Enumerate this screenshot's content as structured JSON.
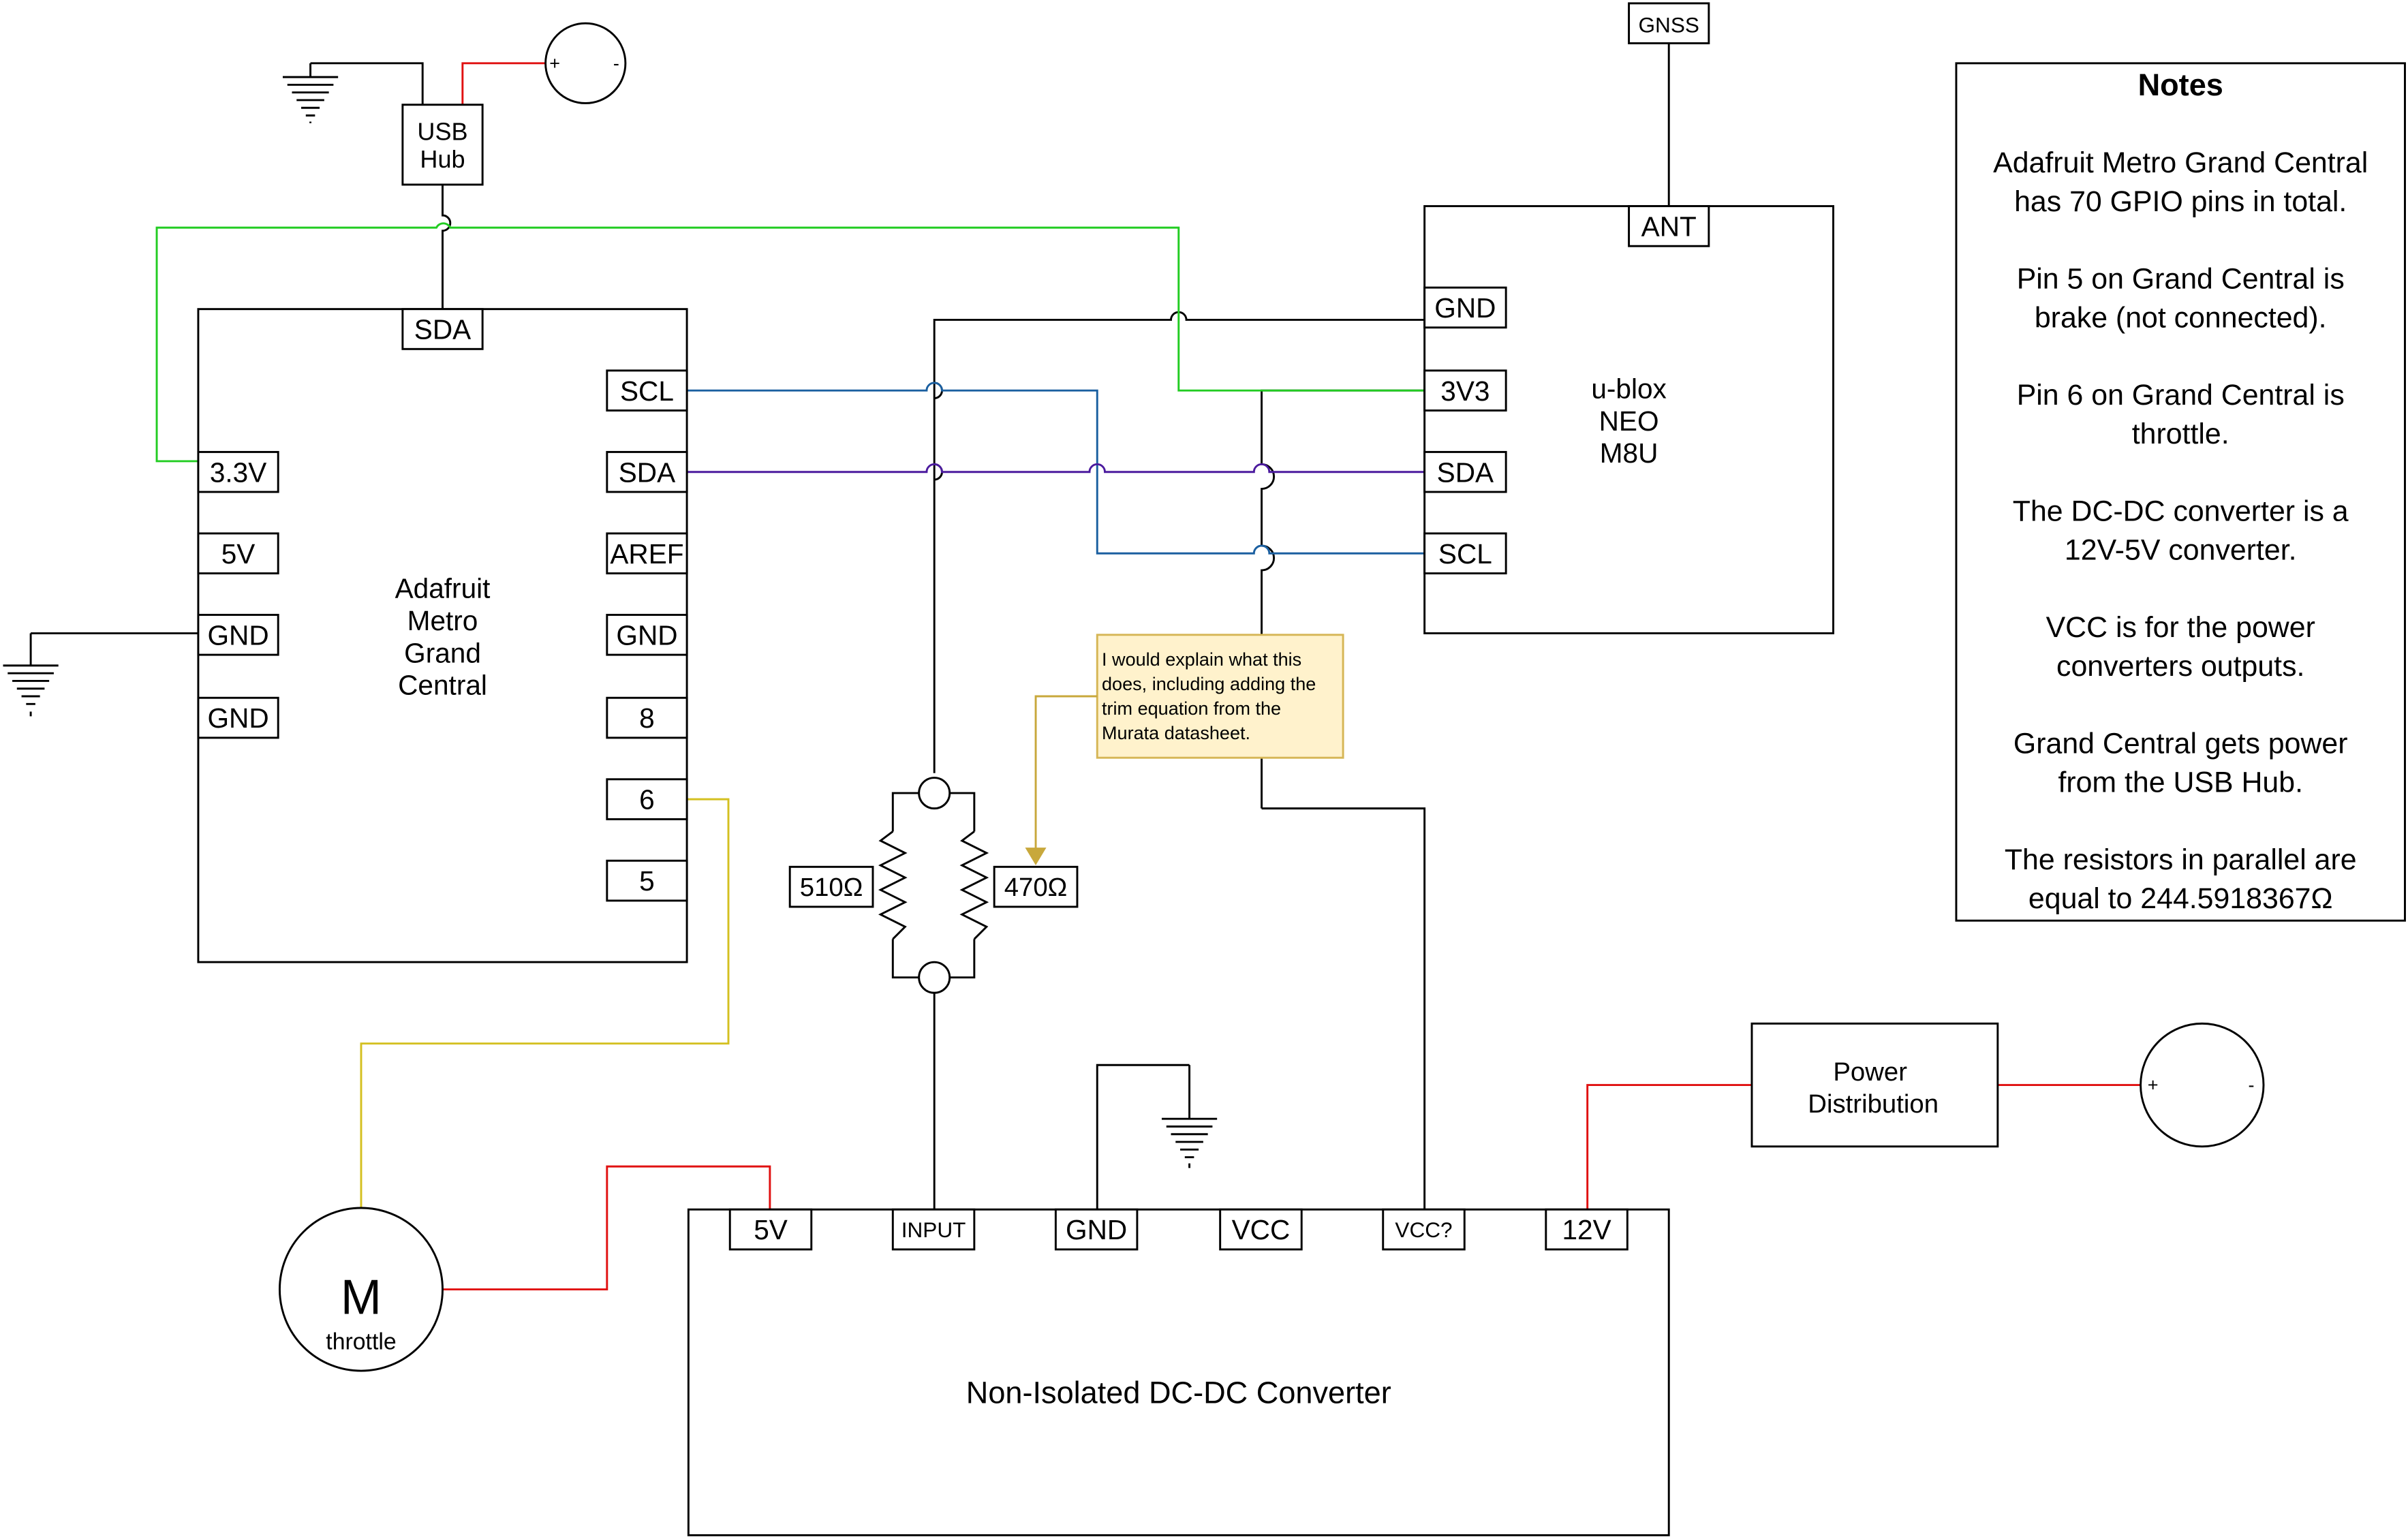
{
  "usb_hub": {
    "line1": "USB",
    "line2": "Hub"
  },
  "usb_battery": {
    "plus": "+",
    "minus": "-"
  },
  "grand_central": {
    "title": [
      "Adafruit",
      "Metro",
      "Grand",
      "Central"
    ],
    "pin_top": "SDA",
    "pins_left": [
      "3.3V",
      "5V",
      "GND",
      "GND"
    ],
    "pins_right": [
      "SCL",
      "SDA",
      "AREF",
      "GND",
      "8",
      "6",
      "5"
    ]
  },
  "gnss": {
    "antenna_label": "GNSS",
    "ant_pin": "ANT",
    "title": [
      "u-blox",
      "NEO",
      "M8U"
    ],
    "pins": [
      "GND",
      "3V3",
      "SDA",
      "SCL"
    ]
  },
  "resistors": {
    "left": "510Ω",
    "right": "470Ω"
  },
  "comment_note": {
    "lines": [
      "I would explain what this",
      "does, including adding the",
      "trim equation from the",
      "Murata datasheet."
    ]
  },
  "motor": {
    "symbol": "M",
    "label": "throttle"
  },
  "converter": {
    "title": "Non-Isolated DC-DC Converter",
    "pins": [
      "5V",
      "INPUT",
      "GND",
      "VCC",
      "VCC?",
      "12V"
    ]
  },
  "power_distribution": {
    "line1": "Power",
    "line2": "Distribution"
  },
  "main_battery": {
    "plus": "+",
    "minus": "-"
  },
  "notes": {
    "title": "Notes",
    "lines": [
      "Adafruit Metro Grand Central",
      "has 70 GPIO pins in total.",
      "",
      "Pin 5 on Grand Central is",
      "brake (not connected).",
      "",
      "Pin 6 on Grand Central is",
      "throttle.",
      "",
      "The DC-DC converter is a",
      "12V-5V converter.",
      "",
      "VCC is for the power",
      "converters outputs.",
      "",
      "Grand Central gets power",
      "from the USB Hub.",
      "",
      "The resistors in parallel are",
      "equal to 244.5918367Ω"
    ]
  },
  "colors": {
    "black": "#000000",
    "red": "#e01010",
    "green": "#22cc22",
    "blue": "#1a5fa0",
    "purple": "#4b1a9e",
    "yellow": "#d4c020",
    "note_bg": "#fff2cc",
    "note_border": "#d6b656",
    "note_arrow": "#c8a83c"
  }
}
